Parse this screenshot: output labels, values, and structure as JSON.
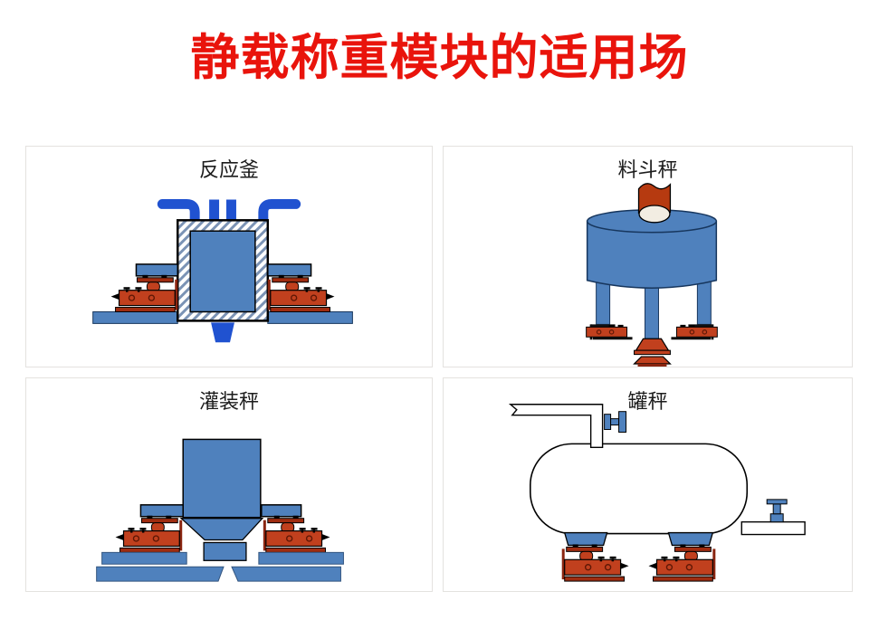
{
  "slide": {
    "title": "静载称重模块的适用场"
  },
  "panels": [
    {
      "id": "reaction-kettle",
      "label": "反应釜"
    },
    {
      "id": "hopper-scale",
      "label": "料斗秤"
    },
    {
      "id": "filling-scale",
      "label": "灌装秤"
    },
    {
      "id": "tank-scale",
      "label": "罐秤"
    }
  ],
  "colors": {
    "title_red": "#e9140c",
    "vessel_steel_blue": "#4f81bd",
    "pipe_bright_blue": "#2052d0",
    "load_cell_red": "#c1401e",
    "load_cell_dark_red": "#9e2c10",
    "drum_outline_navy": "#17365d",
    "tank_fill_white": "#ffffff",
    "pipe_opening_cream": "#f2ede2",
    "outline_black": "#000000",
    "panel_border_gray": "#e4e2df",
    "label_text": "#1c1c1c",
    "background": "#ffffff"
  }
}
